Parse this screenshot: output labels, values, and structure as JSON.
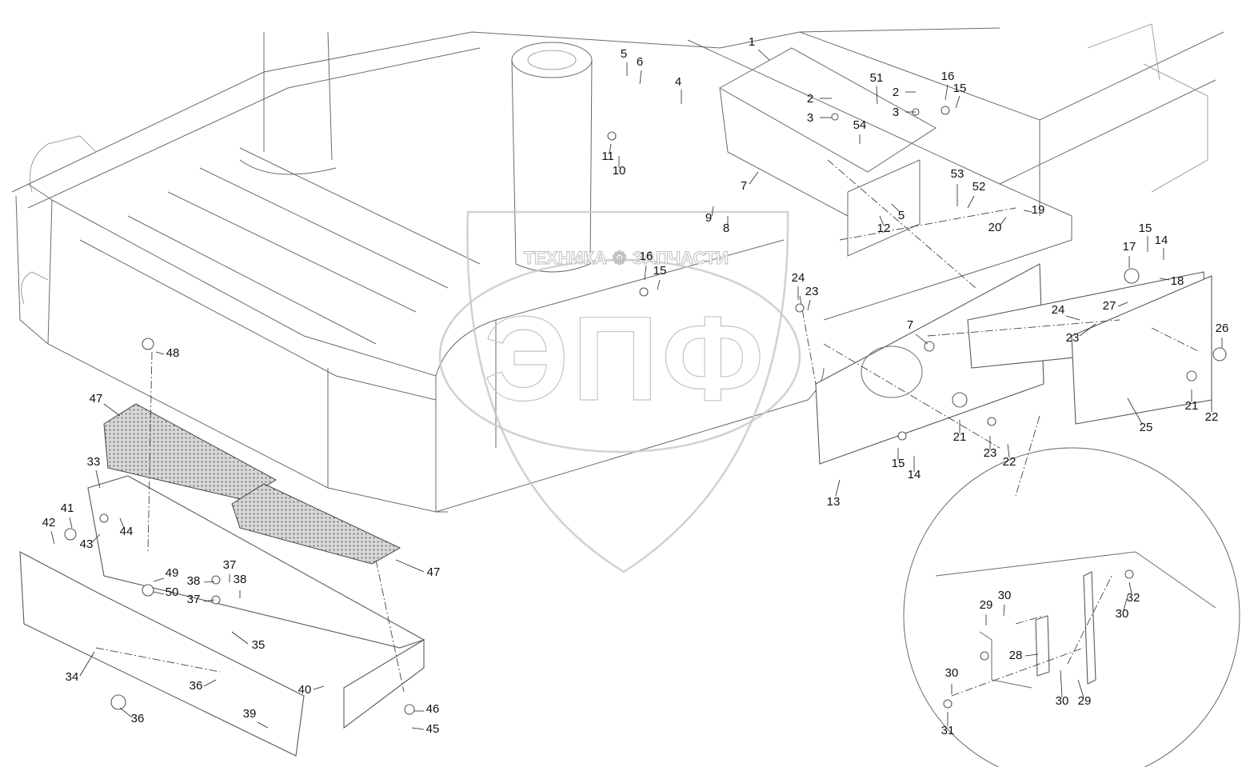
{
  "watermark": {
    "brand_top": "ТЕХНИКА ⚙ ЗАПЧАСТИ",
    "brand_big": "ЭПФ"
  },
  "callouts": [
    {
      "id": "c1",
      "text": "1"
    },
    {
      "id": "c2a",
      "text": "2"
    },
    {
      "id": "c2b",
      "text": "2"
    },
    {
      "id": "c3a",
      "text": "3"
    },
    {
      "id": "c3b",
      "text": "3"
    },
    {
      "id": "c4",
      "text": "4"
    },
    {
      "id": "c5a",
      "text": "5"
    },
    {
      "id": "c5b",
      "text": "5"
    },
    {
      "id": "c6",
      "text": "6"
    },
    {
      "id": "c7a",
      "text": "7"
    },
    {
      "id": "c7b",
      "text": "7"
    },
    {
      "id": "c8",
      "text": "8"
    },
    {
      "id": "c9",
      "text": "9"
    },
    {
      "id": "c10",
      "text": "10"
    },
    {
      "id": "c11",
      "text": "11"
    },
    {
      "id": "c12",
      "text": "12"
    },
    {
      "id": "c13",
      "text": "13"
    },
    {
      "id": "c14a",
      "text": "14"
    },
    {
      "id": "c14b",
      "text": "14"
    },
    {
      "id": "c15a",
      "text": "15"
    },
    {
      "id": "c15b",
      "text": "15"
    },
    {
      "id": "c15c",
      "text": "15"
    },
    {
      "id": "c15d",
      "text": "15"
    },
    {
      "id": "c16a",
      "text": "16"
    },
    {
      "id": "c16b",
      "text": "16"
    },
    {
      "id": "c17",
      "text": "17"
    },
    {
      "id": "c18",
      "text": "18"
    },
    {
      "id": "c19",
      "text": "19"
    },
    {
      "id": "c20",
      "text": "20"
    },
    {
      "id": "c21a",
      "text": "21"
    },
    {
      "id": "c21b",
      "text": "21"
    },
    {
      "id": "c22a",
      "text": "22"
    },
    {
      "id": "c22b",
      "text": "22"
    },
    {
      "id": "c23a",
      "text": "23"
    },
    {
      "id": "c23b",
      "text": "23"
    },
    {
      "id": "c23c",
      "text": "23"
    },
    {
      "id": "c24a",
      "text": "24"
    },
    {
      "id": "c24b",
      "text": "24"
    },
    {
      "id": "c25",
      "text": "25"
    },
    {
      "id": "c26",
      "text": "26"
    },
    {
      "id": "c27",
      "text": "27"
    },
    {
      "id": "c28",
      "text": "28"
    },
    {
      "id": "c29a",
      "text": "29"
    },
    {
      "id": "c29b",
      "text": "29"
    },
    {
      "id": "c30a",
      "text": "30"
    },
    {
      "id": "c30b",
      "text": "30"
    },
    {
      "id": "c30c",
      "text": "30"
    },
    {
      "id": "c30d",
      "text": "30"
    },
    {
      "id": "c31",
      "text": "31"
    },
    {
      "id": "c32",
      "text": "32"
    },
    {
      "id": "c33",
      "text": "33"
    },
    {
      "id": "c34",
      "text": "34"
    },
    {
      "id": "c35",
      "text": "35"
    },
    {
      "id": "c36a",
      "text": "36"
    },
    {
      "id": "c36b",
      "text": "36"
    },
    {
      "id": "c37a",
      "text": "37"
    },
    {
      "id": "c37b",
      "text": "37"
    },
    {
      "id": "c38a",
      "text": "38"
    },
    {
      "id": "c38b",
      "text": "38"
    },
    {
      "id": "c39",
      "text": "39"
    },
    {
      "id": "c40",
      "text": "40"
    },
    {
      "id": "c41",
      "text": "41"
    },
    {
      "id": "c42",
      "text": "42"
    },
    {
      "id": "c43",
      "text": "43"
    },
    {
      "id": "c44",
      "text": "44"
    },
    {
      "id": "c45",
      "text": "45"
    },
    {
      "id": "c46",
      "text": "46"
    },
    {
      "id": "c47a",
      "text": "47"
    },
    {
      "id": "c47b",
      "text": "47"
    },
    {
      "id": "c48",
      "text": "48"
    },
    {
      "id": "c49",
      "text": "49"
    },
    {
      "id": "c50",
      "text": "50"
    },
    {
      "id": "c51",
      "text": "51"
    },
    {
      "id": "c52",
      "text": "52"
    },
    {
      "id": "c53",
      "text": "53"
    },
    {
      "id": "c54",
      "text": "54"
    }
  ]
}
